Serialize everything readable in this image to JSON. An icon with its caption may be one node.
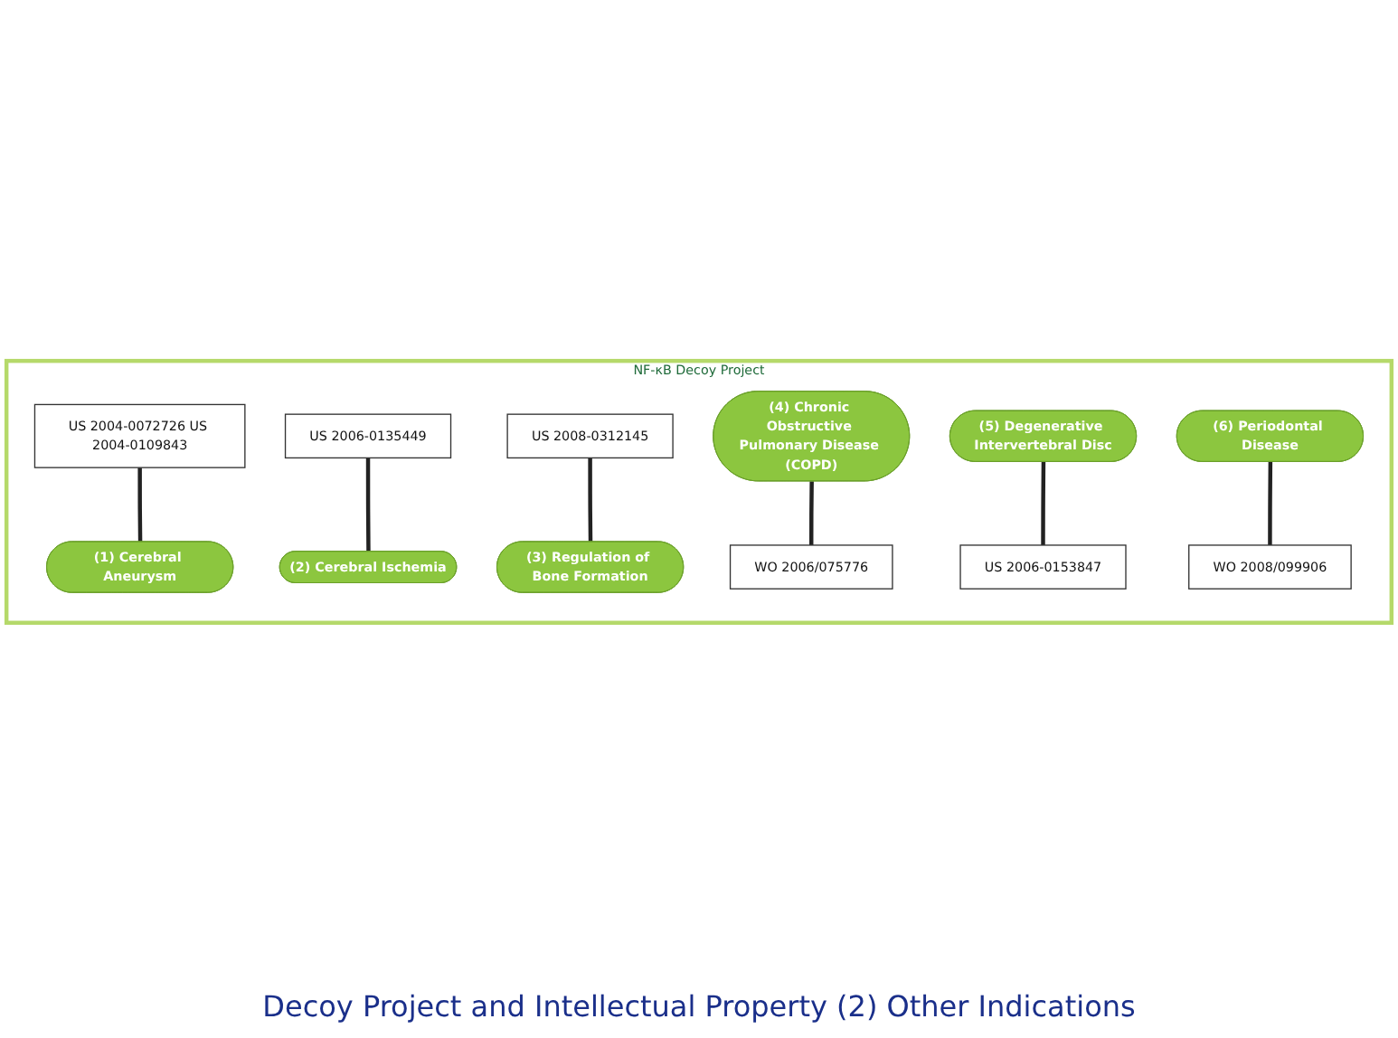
{
  "diagram": {
    "caption": "Decoy Project and Intellectual Property (2) Other Indications",
    "nodes": [
      {
        "text": [
          "NF-κB Decoy Project"
        ]
      },
      {
        "text": [
          "US 2004-0072726 US 2004-0109843"
        ],
        "in": 0
      },
      {
        "text": [
          "US 2006-0135449"
        ],
        "in": 0
      },
      {
        "text": [
          "US 2008-0312145"
        ],
        "in": 0
      },
      {
        "text": [
          "(1) Cerebral Aneurysm"
        ],
        "in": 0
      },
      {
        "text": [
          "(2) Cerebral Ischemia"
        ],
        "in": 0
      },
      {
        "text": [
          "(3) Regulation of Bone Formation"
        ],
        "in": 0
      },
      {
        "text": [
          "(4) Chronic Obstructive Pulmonary Disease (COPD)"
        ],
        "in": 0
      },
      {
        "text": [
          "(5) Degenerative Intervertebral Disc"
        ],
        "in": 0
      },
      {
        "text": [
          "(6) Periodontal Disease"
        ],
        "in": 0
      },
      {
        "text": [
          "WO 2006/075776"
        ],
        "in": 0
      },
      {
        "text": [
          "US 2006-0153847"
        ],
        "in": 0
      },
      {
        "text": [
          "WO 2008/099906"
        ],
        "in": 0
      }
    ],
    "edges": [
      {
        "from": 1,
        "to": 4,
        "arrow": "none"
      },
      {
        "from": 2,
        "to": 5,
        "arrow": "none"
      },
      {
        "from": 3,
        "to": 6,
        "arrow": "none"
      },
      {
        "from": 7,
        "to": 10,
        "arrow": "none"
      },
      {
        "from": 8,
        "to": 11,
        "arrow": "none"
      },
      {
        "from": 9,
        "to": 12,
        "arrow": "none"
      }
    ]
  }
}
